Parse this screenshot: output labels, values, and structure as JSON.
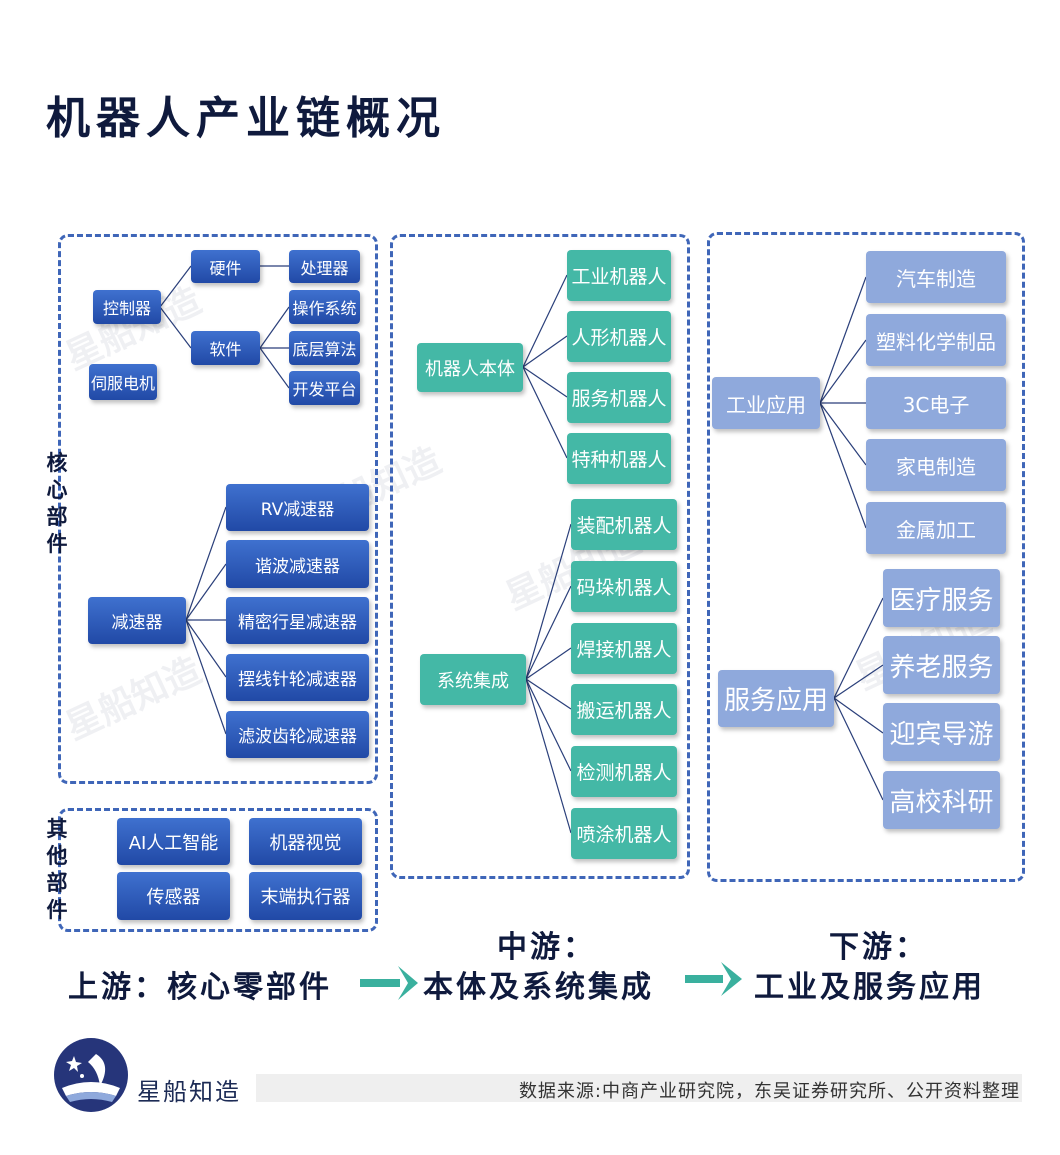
{
  "title": "机器人产业链概况",
  "upstream": {
    "core_label": "核心部件",
    "other_label": "其他部件",
    "controller": "控制器",
    "hardware": "硬件",
    "processor": "处理器",
    "software": "软件",
    "os": "操作系统",
    "algorithm": "底层算法",
    "devplatform": "开发平台",
    "servo": "伺服电机",
    "reducer": "减速器",
    "reducers": [
      "RV减速器",
      "谐波减速器",
      "精密行星减速器",
      "摆线针轮减速器",
      "滤波齿轮减速器"
    ],
    "others": [
      "AI人工智能",
      "机器视觉",
      "传感器",
      "末端执行器"
    ]
  },
  "midstream": {
    "body": "机器人本体",
    "body_items": [
      "工业机器人",
      "人形机器人",
      "服务机器人",
      "特种机器人"
    ],
    "integration": "系统集成",
    "integration_items": [
      "装配机器人",
      "码垛机器人",
      "焊接机器人",
      "搬运机器人",
      "检测机器人",
      "喷涂机器人"
    ]
  },
  "downstream": {
    "industrial": "工业应用",
    "industrial_items": [
      "汽车制造",
      "塑料化学制品",
      "3C电子",
      "家电制造",
      "金属加工"
    ],
    "service": "服务应用",
    "service_items": [
      "医疗服务",
      "养老服务",
      "迎宾导游",
      "高校科研"
    ]
  },
  "flow": {
    "up": "上游：核心零部件",
    "mid_top": "中游：",
    "mid": "本体及系统集成",
    "down_top": "下游：",
    "down": "工业及服务应用"
  },
  "footer": {
    "brand": "星船知造",
    "source": "数据来源:中商产业研究院，东吴证券研究所、公开资料整理"
  },
  "watermark": "星船知造",
  "colors": {
    "dark_blue": "#2149a6",
    "teal": "#44b8a6",
    "lavender": "#8fa9dc",
    "dashed_border": "#3f66b8",
    "title": "#0f1a3d"
  }
}
